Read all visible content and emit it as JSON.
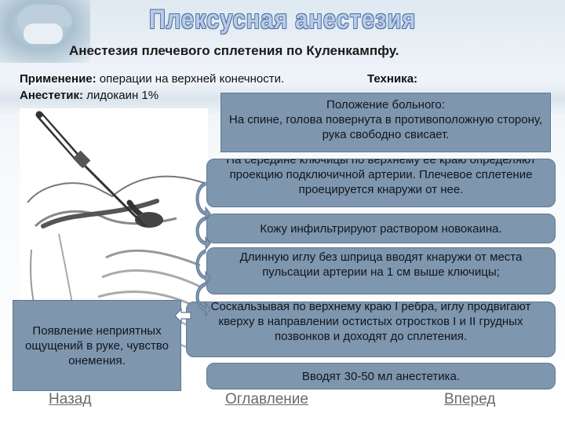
{
  "title": "Плексусная анестезия",
  "subtitle": "Анестезия плечевого сплетения по Куленкампфу.",
  "application": {
    "label": "Применение:",
    "text": " операции на верхней конечности."
  },
  "technique_label": "Техника:",
  "anesthetic": {
    "label": "Анестетик:",
    "text": " лидокаин 1%"
  },
  "position": {
    "heading": "Положение больного:",
    "text": "На спине, голова повернута в противоположную сторону, рука свободно свисает."
  },
  "steps": [
    "На середине ключицы по верхнему ее краю определяют проекцию подключичной артерии. Плечевое сплетение проецируется кнаружи от нее.",
    "Кожу инфильтрируют раствором новокаина.",
    "Длинную иглу без шприца вводят кнаружи от места пульсации артерии на 1 см выше ключицы;",
    "Соскальзывая по верхнему краю I ребра, иглу продвигают кверху в направлении остистых отростков I и II грудных позвонков и доходят до сплетения.",
    "Вводят 30-50 мл анестетика."
  ],
  "sign": "Появление неприятных ощущений в руке, чувство онемения.",
  "nav": {
    "back": "Назад",
    "contents": "Оглавление",
    "forward": "Вперед"
  }
}
